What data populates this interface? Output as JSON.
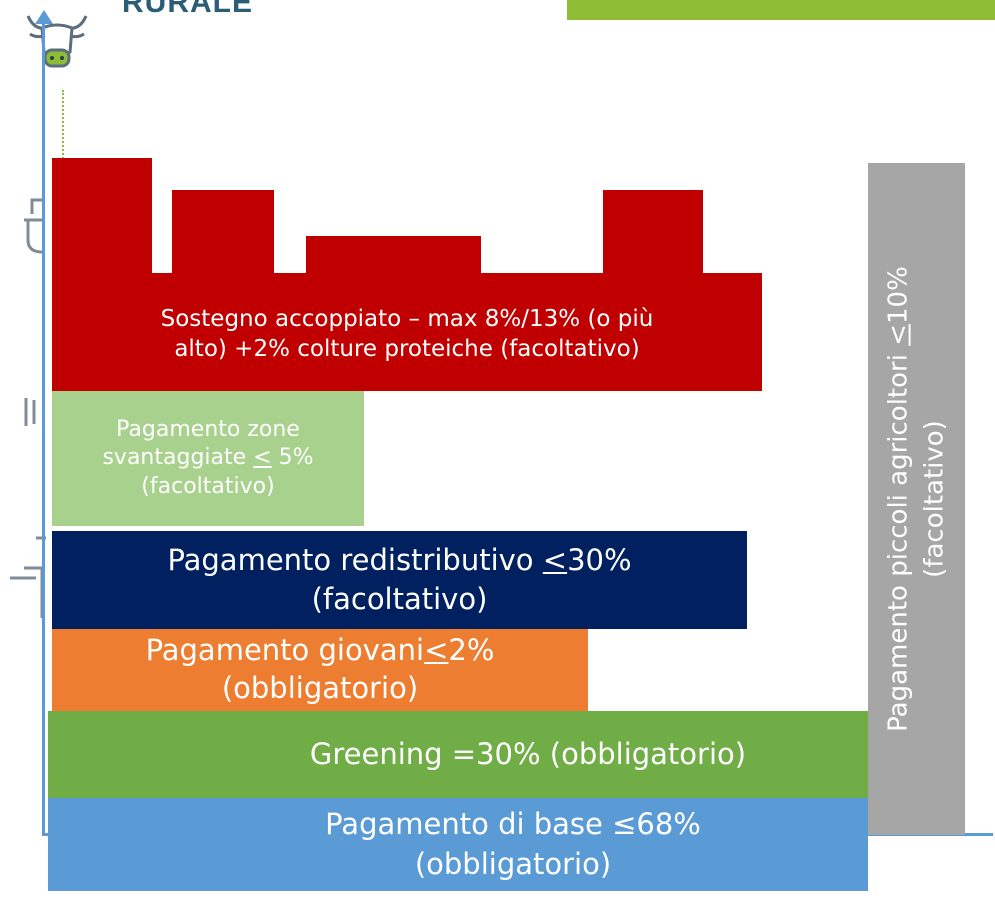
{
  "header": {
    "title_fragment": "RURALE"
  },
  "colors": {
    "sostegno": "#c00000",
    "zone": "#a9d18e",
    "redistributivo": "#002060",
    "giovani": "#ed7d31",
    "greening": "#70ad47",
    "base": "#5b9bd5",
    "piccoli": "#a6a6a6",
    "header_bar": "#8ebd35",
    "axis": "#5b9bd5"
  },
  "icons": [
    "cow-icon",
    "tractor-icon"
  ],
  "blocks": {
    "sostegno": {
      "line1": "Sostegno accoppiato – max  8%/13%  (o più",
      "line2": "alto) +2%  colture proteiche  (facoltativo)"
    },
    "zone": {
      "line1": "Pagamento zone",
      "line2_pre": "svantaggiate ",
      "line2_sym": "<",
      "line2_post": " 5%",
      "line3": "(facoltativo)"
    },
    "redistributivo": {
      "line1_pre": "Pagamento redistributivo ",
      "line1_sym": "<",
      "line1_post": "30%",
      "line2": "(facoltativo)"
    },
    "giovani": {
      "line1_pre": "Pagamento giovani",
      "line1_sym": "<",
      "line1_post": "2%",
      "line2": "(obbligatorio)"
    },
    "greening": {
      "label": "Greening =30% (obbligatorio)"
    },
    "base": {
      "line1": "Pagamento di base ≤68%",
      "line2": "(obbligatorio)"
    },
    "piccoli": {
      "line1_pre": "Pagamento piccoli agricoltori ",
      "line1_sym": "<",
      "line1_post": "10%",
      "line2": "(facoltativo)"
    }
  }
}
